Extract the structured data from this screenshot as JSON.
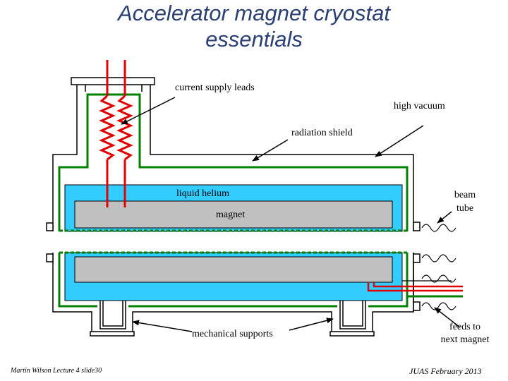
{
  "title": {
    "line1": "Accelerator magnet cryostat",
    "line2": "essentials"
  },
  "labels": {
    "current_leads": "current supply leads",
    "high_vacuum": "high vacuum",
    "radiation_shield": "radiation shield",
    "liquid_helium": "liquid helium",
    "magnet": "magnet",
    "beam_tube_1": "beam",
    "beam_tube_2": "tube",
    "mechanical_supports": "mechanical supports",
    "feeds_1": "feeds to",
    "feeds_2": "next magnet"
  },
  "footer": {
    "left": "Martin Wilson Lecture 4 slide30",
    "right": "JUAS February 2013"
  },
  "colors": {
    "title": "#2a3f73",
    "helium": "#33ccff",
    "magnet": "#c0c0c0",
    "shield": "#008000",
    "leads": "#e00000",
    "vessel": "#000000"
  }
}
